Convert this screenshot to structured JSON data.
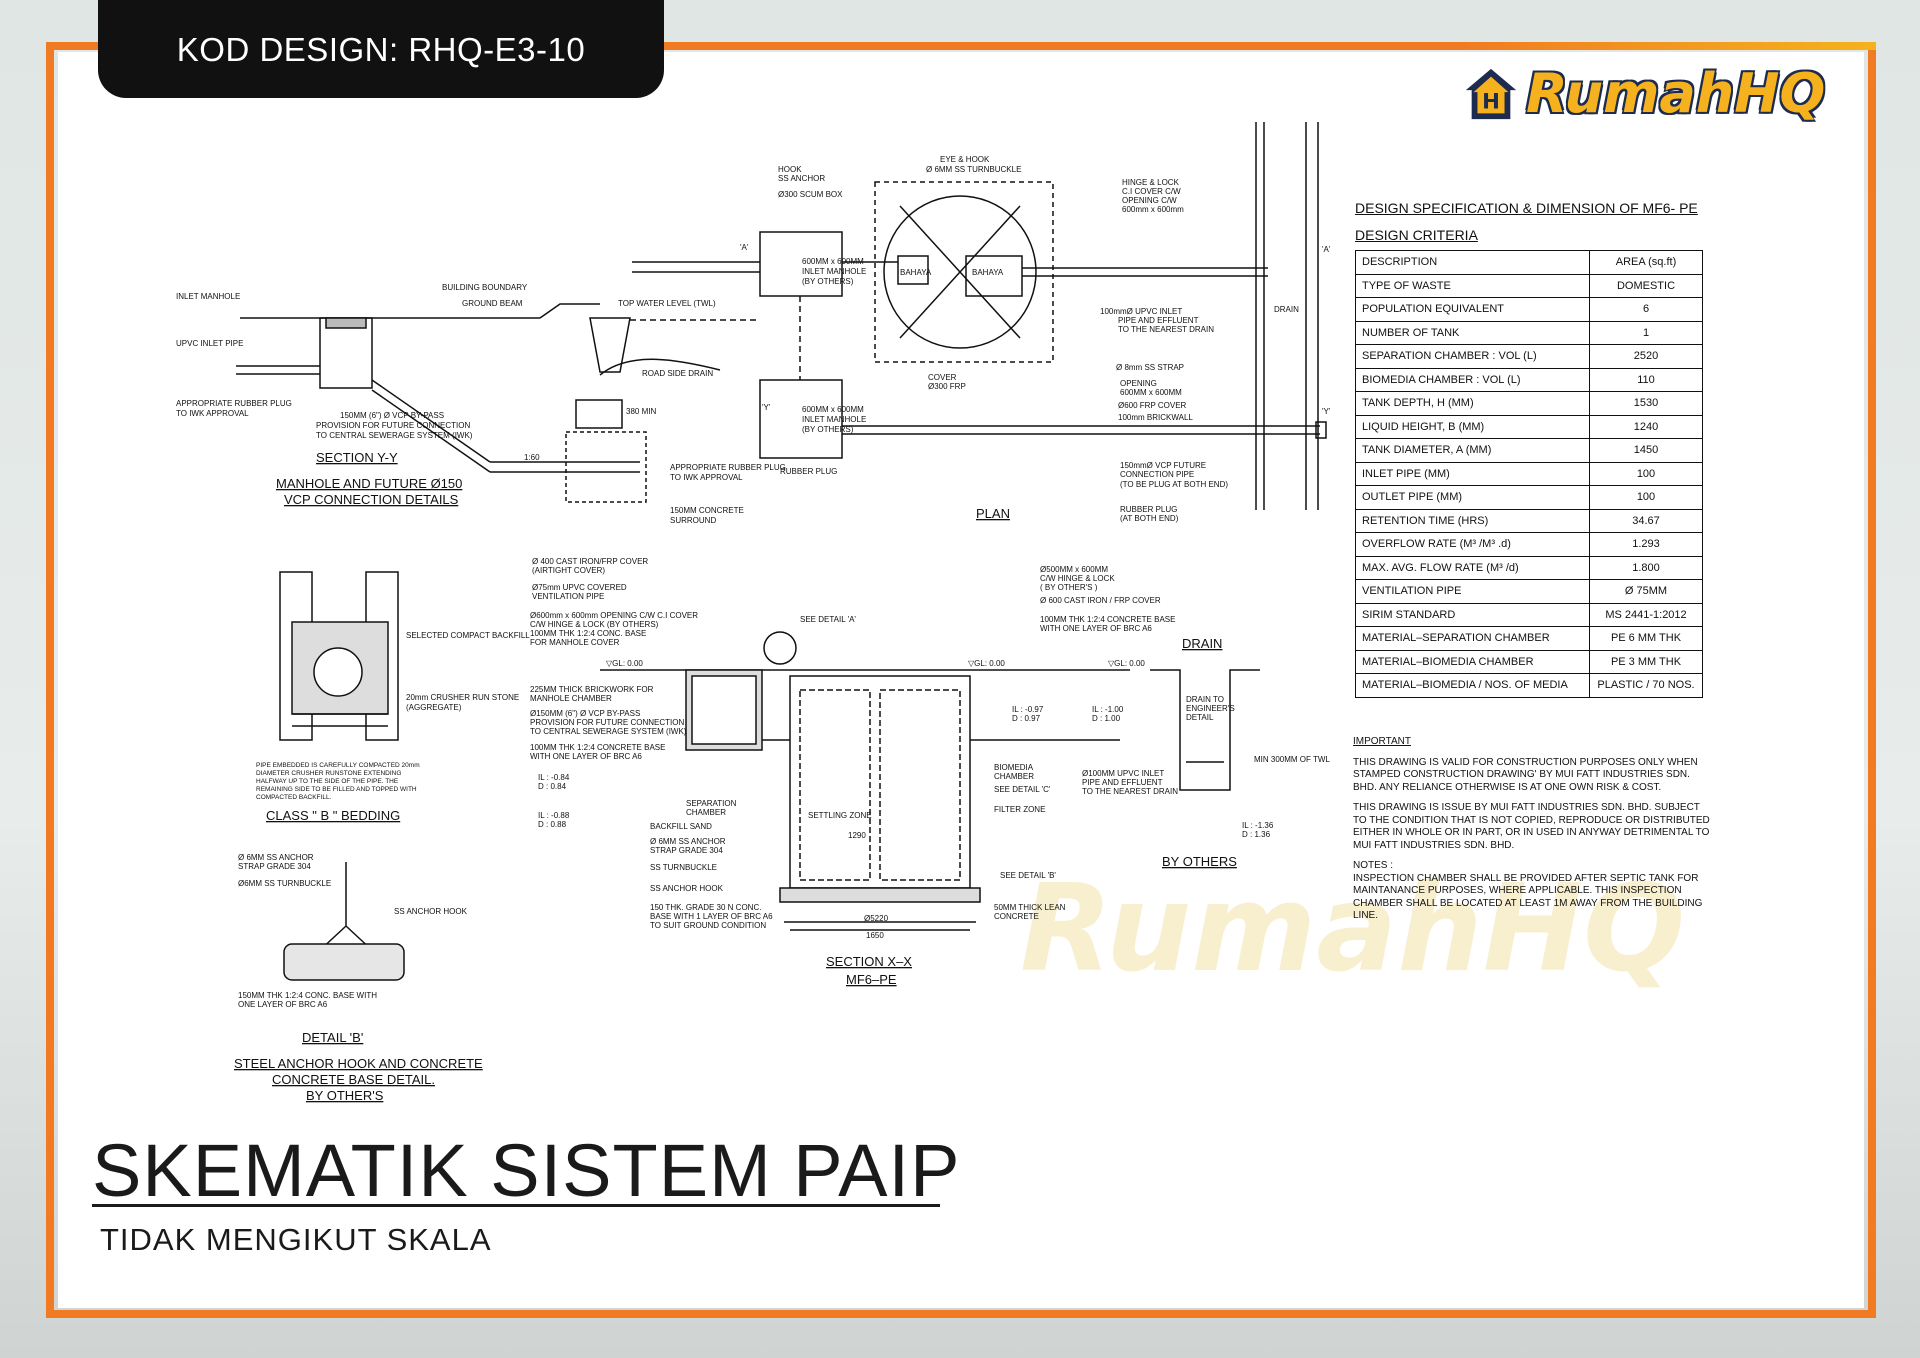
{
  "code_tab": "KOD DESIGN: RHQ-E3-10",
  "logo": {
    "text": "RumahHQ",
    "brand_color": "#f5b21e",
    "dark_color": "#1d2b4e",
    "frame_color": "#f07b22"
  },
  "watermark": "RumahHQ",
  "title": "SKEMATIK SISTEM PAIP",
  "subtitle": "TIDAK MENGIKUT SKALA",
  "spec": {
    "heading1": "DESIGN SPECIFICATION & DIMENSION OF MF6- PE",
    "heading2": "DESIGN CRITERIA",
    "rows": [
      {
        "label": "DESCRIPTION",
        "value": "AREA (sq.ft)"
      },
      {
        "label": "TYPE OF WASTE",
        "value": "DOMESTIC"
      },
      {
        "label": "POPULATION EQUIVALENT",
        "value": "6"
      },
      {
        "label": "NUMBER OF TANK",
        "value": "1"
      },
      {
        "label": "SEPARATION CHAMBER : VOL (L)",
        "value": "2520"
      },
      {
        "label": "BIOMEDIA CHAMBER : VOL (L)",
        "value": "110"
      },
      {
        "label": "TANK DEPTH, H (MM)",
        "value": "1530"
      },
      {
        "label": "LIQUID HEIGHT, B (MM)",
        "value": "1240"
      },
      {
        "label": "TANK DIAMETER, A (MM)",
        "value": "1450"
      },
      {
        "label": "INLET PIPE (MM)",
        "value": "100"
      },
      {
        "label": "OUTLET PIPE (MM)",
        "value": "100"
      },
      {
        "label": "RETENTION TIME (HRS)",
        "value": "34.67"
      },
      {
        "label": "OVERFLOW RATE (M³ /M³ .d)",
        "value": "1.293"
      },
      {
        "label": "MAX. AVG. FLOW RATE (M³ /d)",
        "value": "1.800"
      },
      {
        "label": "VENTILATION PIPE",
        "value": "Ø 75MM"
      },
      {
        "label": "SIRIM STANDARD",
        "value": "MS 2441-1:2012"
      },
      {
        "label": "MATERIAL–SEPARATION CHAMBER",
        "value": "PE 6 MM THK"
      },
      {
        "label": "MATERIAL–BIOMEDIA CHAMBER",
        "value": "PE 3 MM THK"
      },
      {
        "label": "MATERIAL–BIOMEDIA / NOS. OF MEDIA",
        "value": "PLASTIC / 70 NOS."
      }
    ]
  },
  "notes": {
    "important_heading": "IMPORTANT",
    "para1": "THIS DRAWING IS VALID FOR CONSTRUCTION PURPOSES ONLY WHEN STAMPED CONSTRUCTION DRAWING' BY MUI FATT INDUSTRIES SDN. BHD. ANY RELIANCE OTHERWISE IS AT ONE OWN RISK & COST.",
    "para2": "THIS DRAWING IS ISSUE BY MUI FATT INDUSTRIES SDN. BHD. SUBJECT TO THE CONDITION THAT IS NOT COPIED, REPRODUCE OR DISTRIBUTED EITHER IN WHOLE OR IN PART, OR IN USED IN ANYWAY DETRIMENTAL TO MUI FATT INDUSTRIES SDN. BHD.",
    "notes_heading": "NOTES :",
    "para3": "INSPECTION CHAMBER SHALL BE PROVIDED AFTER SEPTIC TANK FOR MAINTANANCE PURPOSES, WHERE APPLICABLE. THIS INSPECTION CHAMBER SHALL BE LOCATED AT LEAST 1M AWAY FROM THE BUILDING LINE."
  },
  "labels": {
    "section_yy": "SECTION Y-Y",
    "manhole_1": "MANHOLE AND FUTURE Ø150",
    "manhole_2": "VCP CONNECTION DETAILS",
    "plan": "PLAN",
    "drain": "DRAIN",
    "drain_vert": "DRAIN",
    "class_b": "CLASS \" B \" BEDDING",
    "detail_b": "DETAIL 'B'",
    "detail_b1": "STEEL ANCHOR HOOK AND CONCRETE",
    "detail_b2": "CONCRETE BASE DETAIL.",
    "detail_b3": "BY OTHER'S",
    "section_xx": "SECTION X–X",
    "mf6": "MF6–PE",
    "by_others": "BY OTHERS",
    "inlet_manhole": "INLET MANHOLE",
    "upvc_inlet": "UPVC INLET PIPE",
    "building_boundary": "BUILDING BOUNDARY",
    "ground_beam": "GROUND BEAM",
    "top_water": "TOP WATER LEVEL (TWL)",
    "road_side": "ROAD SIDE DRAIN",
    "rubber_plug": "APPROPRIATE RUBBER PLUG",
    "iwk": "TO IWK APPROVAL",
    "bypass1": "150MM (6\") Ø VCP BY-PASS",
    "bypass2": "PROVISION FOR FUTURE CONNECTION",
    "bypass3": "TO CENTRAL SEWERAGE SYSTEM (IWK)",
    "ratio": "1:60",
    "dim380": "380 MIN",
    "concrete1": "150MM CONCRETE",
    "concrete2": "SURROUND",
    "hook": "HOOK",
    "ss_anchor": "SS ANCHOR",
    "scum": "Ø300 SCUM BOX",
    "eye_hook": "EYE & HOOK",
    "turnbuckle": "Ø 6MM SS TURNBUCKLE",
    "hinge1": "HINGE & LOCK",
    "hinge2": "C.I COVER C/W",
    "hinge3": "OPENING C/W",
    "hinge4": "600mm x 600mm",
    "m600a": "600MM x 600MM",
    "m600b": "INLET MANHOLE",
    "m600c": "(BY OTHERS)",
    "bahaya": "BAHAYA",
    "upvc1": "100mmØ UPVC INLET",
    "upvc2": "PIPE AND EFFLUENT",
    "upvc3": "TO THE NEAREST DRAIN",
    "strap": "Ø 8mm SS STRAP",
    "open1": "OPENING",
    "open2": "600MM x 600MM",
    "frp": "Ø600 FRP COVER",
    "brick": "100mm BRICKWALL",
    "cover1": "COVER",
    "cover2": "Ø300 FRP",
    "rplug": "RUBBER PLUG",
    "fut1": "150mmØ VCP FUTURE",
    "fut2": "CONNECTION PIPE",
    "fut3": "(TO BE PLUG AT BOTH END)",
    "rp1": "RUBBER PLUG",
    "rp2": "(AT BOTH END)",
    "mark_a": "'A'",
    "mark_y": "'Y'",
    "gl": "▽GL: 0.00",
    "il1": "IL : -0.97",
    "il1d": "D : 0.97",
    "il2": "IL : -1.00",
    "il2d": "D : 1.00",
    "il3": "IL : -0.84",
    "il3d": "D : 0.84",
    "il4": "IL : -0.88",
    "il4d": "D : 0.88",
    "il5": "IL : -1.36",
    "il5d": "D : 1.36",
    "settling": "SETTLING ZONE",
    "filter": "FILTER ZONE",
    "sep1": "SEPARATION",
    "sep2": "CHAMBER",
    "bio1": "BIOMEDIA",
    "bio2": "CHAMBER",
    "detail_c": "SEE DETAIL 'C'",
    "detail_a": "SEE DETAIL 'A'",
    "detail_bref": "SEE DETAIL 'B'",
    "dim5220": "Ø5220",
    "dim1650": "1650",
    "dim1290": "1290",
    "backfill": "BACKFILL SAND",
    "ss_turn": "SS TURNBUCKLE",
    "ss_hook": "SS ANCHOR HOOK",
    "lean1": "50MM THICK LEAN",
    "lean2": "CONCRETE",
    "min300": "MIN 300MM OF TWL",
    "drain_to1": "DRAIN TO",
    "drain_to2": "ENGINEER'S",
    "drain_to3": "DETAIL",
    "compact": "SELECTED COMPACT BACKFILL",
    "crusher1": "20mm CRUSHER RUN STONE",
    "crusher2": "(AGGREGATE)",
    "bed_note": "PIPE EMBEDDED IS CAREFULLY COMPACTED 20mm DIAMETER CRUSHER RUNSTONE EXTENDING HALFWAY UP TO THE SIDE OF THE PIPE. THE REMAINING SIDE TO BE FILLED AND TOPPED WITH COMPACTED BACKFILL.",
    "anc1": "Ø 6MM SS ANCHOR",
    "anc2": "STRAP GRADE 304",
    "anc3": "Ø6MM SS TURNBUCKLE",
    "anc4": "SS ANCHOR HOOK",
    "anc5": "150MM THK 1:2:4 CONC. BASE WITH",
    "anc6": "ONE LAYER OF BRC A6",
    "cast1": "Ø 400 CAST IRON/FRP COVER",
    "cast2": "(AIRTIGHT COVER)",
    "vent1": "Ø75mm UPVC COVERED",
    "vent2": "VENTILATION PIPE",
    "open_a": "Ø600mm x 600mm OPENING C/W C.I COVER",
    "open_b": "C/W HINGE & LOCK (BY OTHERS)",
    "open_c": "100MM THK 1:2:4 CONC. BASE",
    "open_d": "FOR MANHOLE COVER",
    "brickw1": "225MM THICK BRICKWORK FOR",
    "brickw2": "MANHOLE CHAMBER",
    "vcp1": "Ø150MM (6\") Ø VCP BY-PASS",
    "vcp2": "PROVISION FOR FUTURE CONNECTION",
    "vcp3": "TO CENTRAL SEWERAGE SYSTEM (IWK)",
    "conc1": "100MM THK 1:2:4 CONCRETE BASE",
    "conc2": "WITH ONE LAYER OF BRC A6",
    "r1": "Ø500MM x 600MM",
    "r2": "C/W HINGE & LOCK",
    "r3": "( BY OTHER'S )",
    "r4": "Ø 600 CAST IRON / FRP COVER",
    "r5": "100MM THK 1:2:4 CONCRETE BASE",
    "r6": "WITH ONE LAYER OF BRC A6",
    "base1": "150 THK. GRADE 30 N CONC.",
    "base2": "BASE WITH 1 LAYER OF BRC A6",
    "base3": "TO SUIT GROUND CONDITION",
    "strap1": "Ø 6MM SS ANCHOR",
    "strap2": "STRAP GRADE 304",
    "up100a": "Ø100MM UPVC INLET",
    "up100b": "PIPE AND EFFLUENT",
    "up100c": "TO THE NEAREST DRAIN"
  }
}
